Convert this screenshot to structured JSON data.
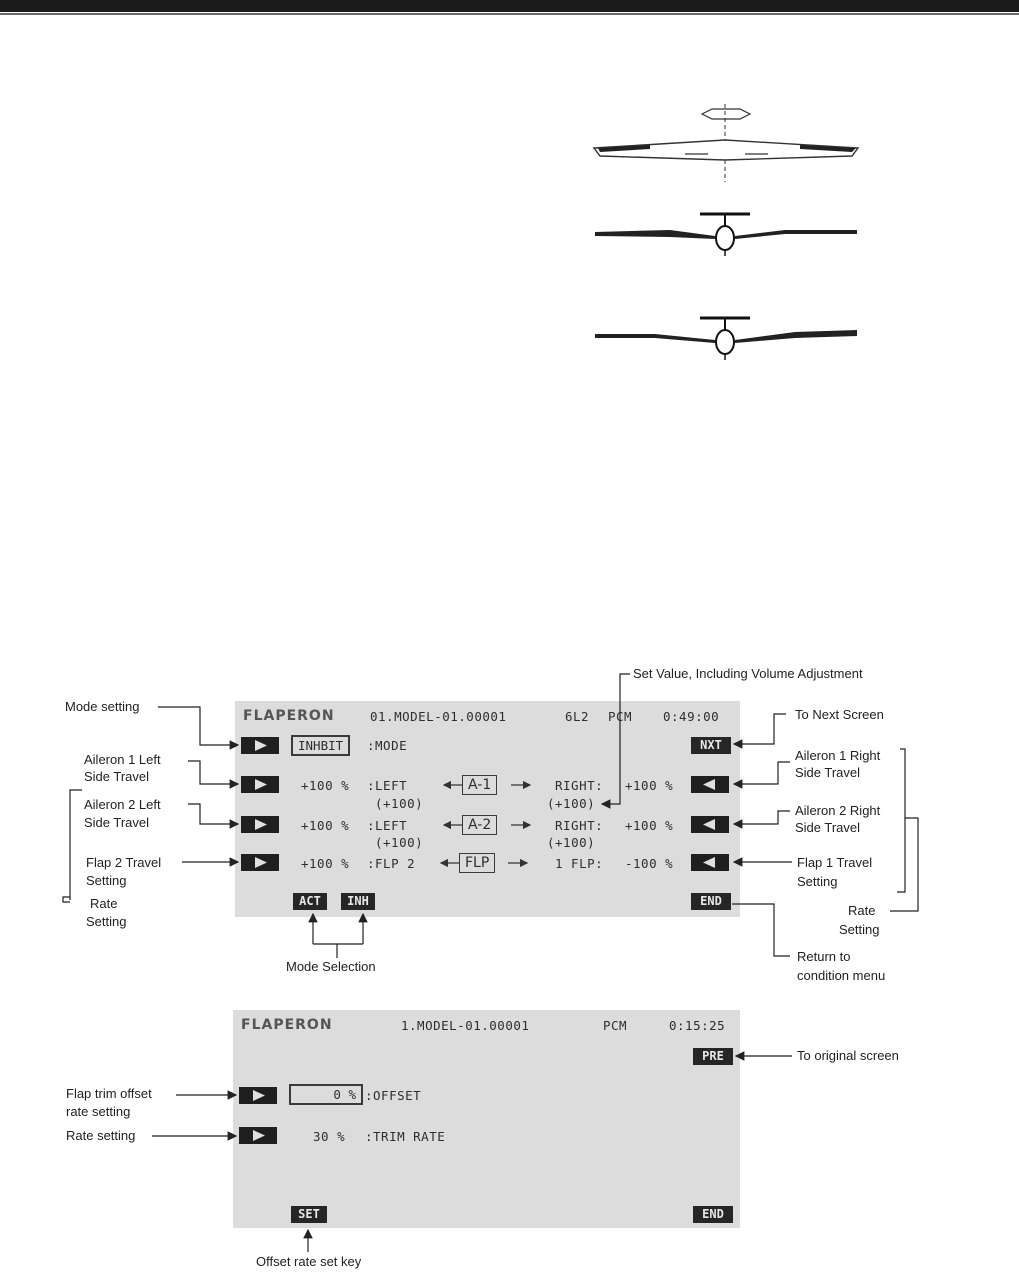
{
  "screen1": {
    "title": "FLAPERON",
    "model": "01.MODEL-01.00001",
    "code": "6L2",
    "modulation": "PCM",
    "time": "0:49:00",
    "mode_value": "INHBIT",
    "mode_label": ":MODE",
    "nxt": "NXT",
    "rows": [
      {
        "left_val": "+100 %",
        "left_label": ":LEFT",
        "left_sub": "(+100)",
        "channel": "A-1",
        "right_label": "RIGHT:",
        "right_sub": "(+100)",
        "right_val": "+100 %"
      },
      {
        "left_val": "+100 %",
        "left_label": ":LEFT",
        "left_sub": "(+100)",
        "channel": "A-2",
        "right_label": "RIGHT:",
        "right_sub": "(+100)",
        "right_val": "+100 %"
      },
      {
        "left_val": "+100 %",
        "left_label": ":FLP 2",
        "left_sub": "",
        "channel": "FLP",
        "right_label": "1 FLP:",
        "right_sub": "",
        "right_val": "-100 %"
      }
    ],
    "act": "ACT",
    "inh": "INH",
    "end": "END"
  },
  "screen2": {
    "title": "FLAPERON",
    "model": "1.MODEL-01.00001",
    "modulation": "PCM",
    "time": "0:15:25",
    "pre": "PRE",
    "offset_value": "0 %",
    "offset_label": ":OFFSET",
    "trim_value": "30 %",
    "trim_label": ":TRIM RATE",
    "set": "SET",
    "end": "END"
  },
  "annotations": {
    "set_value": "Set Value, Including Volume Adjustment",
    "mode_setting": "Mode setting",
    "to_next": "To Next Screen",
    "ail1_left_1": "Aileron 1 Left",
    "ail1_left_2": "Side Travel",
    "ail1_right_1": "Aileron 1 Right",
    "ail1_right_2": "Side Travel",
    "ail2_left_1": "Aileron 2 Left",
    "ail2_left_2": "Side Travel",
    "ail2_right_1": "Aileron 2 Right",
    "ail2_right_2": "Side Travel",
    "flap2_1": "Flap 2 Travel",
    "flap2_2": "Setting",
    "flap1_1": "Flap 1 Travel",
    "flap1_2": "Setting",
    "rate_left_1": "Rate",
    "rate_left_2": "Setting",
    "rate_right_1": "Rate",
    "rate_right_2": "Setting",
    "mode_selection": "Mode Selection",
    "return_1": "Return to",
    "return_2": "condition menu",
    "to_original": "To original screen",
    "offset_rate_1": "Flap trim offset",
    "offset_rate_2": "rate setting",
    "rate_setting": "Rate setting",
    "offset_key": "Offset rate set key"
  }
}
